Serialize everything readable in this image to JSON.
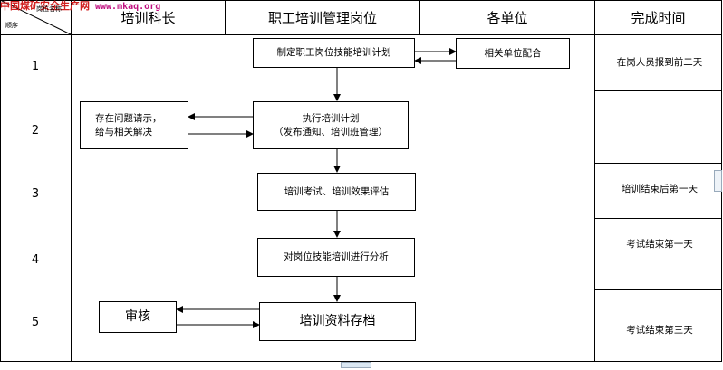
{
  "watermark": {
    "site": "中国煤矿安全生产网",
    "url": "www.mkaq.org"
  },
  "header": {
    "corner_top": "岗位名称",
    "corner_bottom": "顺序",
    "col1": "培训科长",
    "col2": "职工培训管理岗位",
    "col3": "各单位",
    "col4": "完成时间"
  },
  "rows": [
    "1",
    "2",
    "3",
    "4",
    "5"
  ],
  "nodes": {
    "plan": "制定职工岗位技能培训计划",
    "cooperate": "相关单位配合",
    "execute_line1": "执行培训计划",
    "execute_line2": "（发布通知、培训班管理）",
    "issue_line1": "存在问题请示，",
    "issue_line2": "给与相关解决",
    "exam": "培训考试、培训效果评估",
    "analysis": "对岗位技能培训进行分析",
    "review": "审核",
    "archive": "培训资料存档"
  },
  "times": {
    "t1": "在岗人员报到前二天",
    "t3": "培训结束后第一天",
    "t4": "考试结束第一天",
    "t5": "考试结束第三天"
  }
}
